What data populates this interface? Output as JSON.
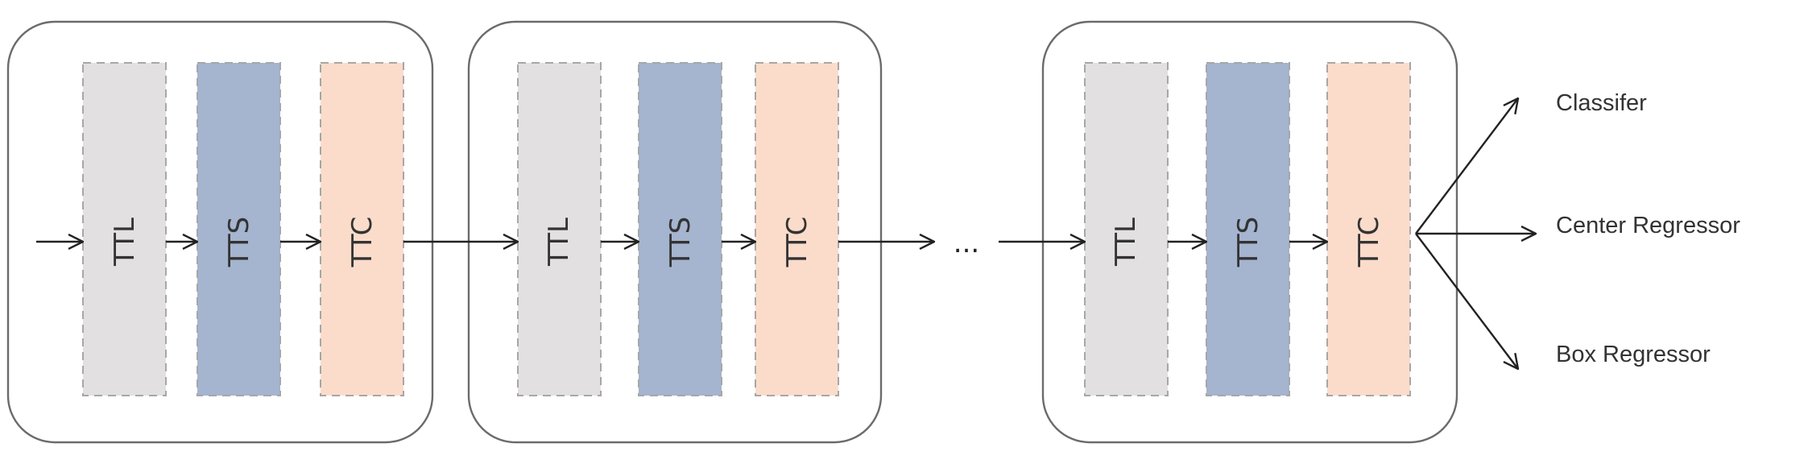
{
  "diagram": {
    "stages": [
      {
        "blocks": [
          {
            "label": "TTL",
            "type": "ttl"
          },
          {
            "label": "TTS",
            "type": "tts"
          },
          {
            "label": "TTC",
            "type": "ttc"
          }
        ]
      },
      {
        "blocks": [
          {
            "label": "TTL",
            "type": "ttl"
          },
          {
            "label": "TTS",
            "type": "tts"
          },
          {
            "label": "TTC",
            "type": "ttc"
          }
        ]
      },
      {
        "blocks": [
          {
            "label": "TTL",
            "type": "ttl"
          },
          {
            "label": "TTS",
            "type": "tts"
          },
          {
            "label": "TTC",
            "type": "ttc"
          }
        ]
      }
    ],
    "ellipsis": "...",
    "outputs": [
      "Classifer",
      "Center Regressor",
      "Box Regressor"
    ],
    "colors": {
      "ttl": "#e2e0e0",
      "tts": "#a5b4cf",
      "ttc": "#fbdccb",
      "box_stroke": "#6b6b6b",
      "arrow": "#222222"
    }
  }
}
